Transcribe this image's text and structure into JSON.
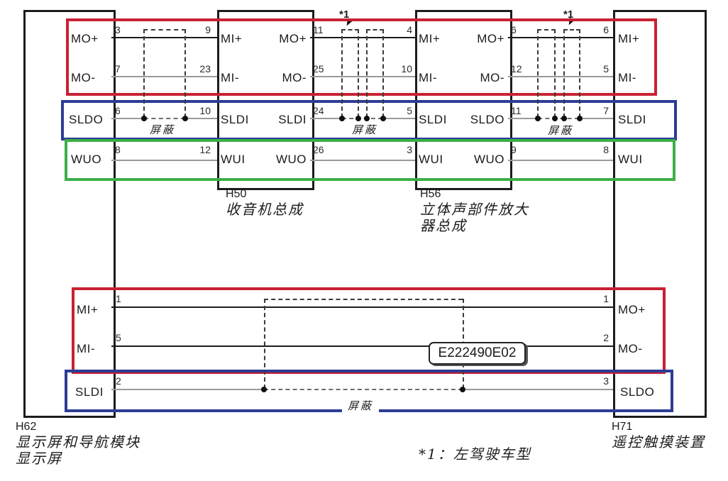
{
  "diagram_type": "automotive-wiring-diagram",
  "colors": {
    "frame_red": "#c92133",
    "frame_blue": "#2c3c96",
    "frame_green": "#3caf46",
    "wire_black": "#1c1c1c",
    "wire_gray": "#9a9a9a"
  },
  "connectors": {
    "h62": {
      "id": "H62",
      "desc": [
        "显示屏和导航模块",
        "显示屏"
      ],
      "top_labels": [
        "MO+",
        "MO-",
        "SLDO",
        "WUO"
      ],
      "top_pins": [
        "3",
        "7",
        "6",
        "8"
      ],
      "bottom_labels": [
        "MI+",
        "MI-",
        "SLDI"
      ],
      "bottom_pins": [
        "1",
        "5",
        "2"
      ]
    },
    "h50": {
      "id": "H50",
      "desc": [
        "收音机总成"
      ],
      "in_labels": [
        "MI+",
        "MI-",
        "SLDI",
        "WUI"
      ],
      "in_pins": [
        "9",
        "23",
        "10",
        "12"
      ],
      "out_labels": [
        "MO+",
        "MO-",
        "SLDI",
        "WUO"
      ],
      "out_pins": [
        "11",
        "25",
        "24",
        "26"
      ]
    },
    "h56": {
      "id": "H56",
      "desc": [
        "立体声部件放大",
        "器总成"
      ],
      "in_labels": [
        "MI+",
        "MI-",
        "SLDI",
        "WUI"
      ],
      "in_pins": [
        "4",
        "10",
        "5",
        "3"
      ],
      "out_labels": [
        "MO+",
        "MO-",
        "SLDO",
        "WUO"
      ],
      "out_pins": [
        "6",
        "12",
        "11",
        "9"
      ]
    },
    "h71": {
      "id": "H71",
      "desc": [
        "遥控触摸装置"
      ],
      "top_labels": [
        "MI+",
        "MI-",
        "SLDI",
        "WUI"
      ],
      "top_pins": [
        "6",
        "5",
        "7",
        "8"
      ],
      "bottom_labels": [
        "MO+",
        "MO-",
        "SLDO"
      ],
      "bottom_pins": [
        "1",
        "2",
        "3"
      ]
    }
  },
  "annotations": {
    "shield_label": "屏蔽",
    "variant_mark": "*1",
    "code_label": "E222490E02",
    "footnote": "*1：左驾驶车型"
  }
}
